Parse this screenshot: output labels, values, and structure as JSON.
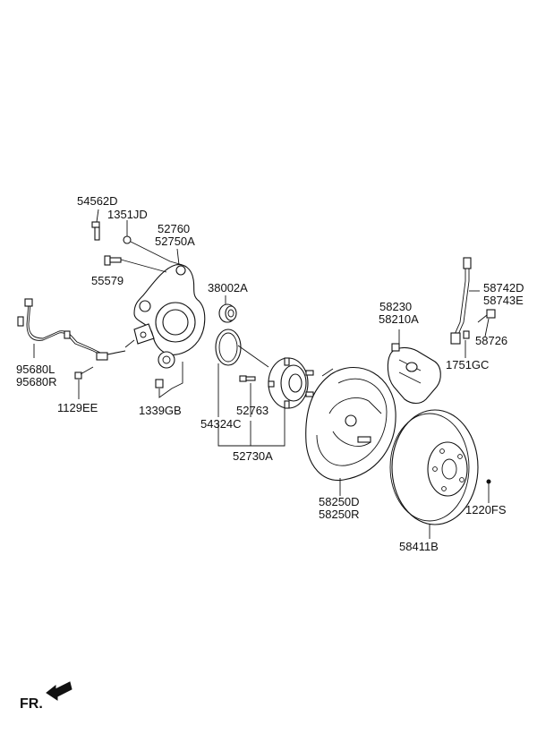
{
  "labels": {
    "p54562D": "54562D",
    "p1351JD": "1351JD",
    "p52760": "52760",
    "p52750A": "52750A",
    "p55579": "55579",
    "p38002A": "38002A",
    "p95680L": "95680L",
    "p95680R": "95680R",
    "p1129EE": "1129EE",
    "p1339GB": "1339GB",
    "p54324C": "54324C",
    "p52763": "52763",
    "p52730A": "52730A",
    "p58230": "58230",
    "p58210A": "58210A",
    "p58742D": "58742D",
    "p58743E": "58743E",
    "p58726": "58726",
    "p1751GC": "1751GC",
    "p58250D": "58250D",
    "p58250R": "58250R",
    "p1220FS": "1220FS",
    "p58411B": "58411B"
  },
  "direction": {
    "label": "FR."
  }
}
